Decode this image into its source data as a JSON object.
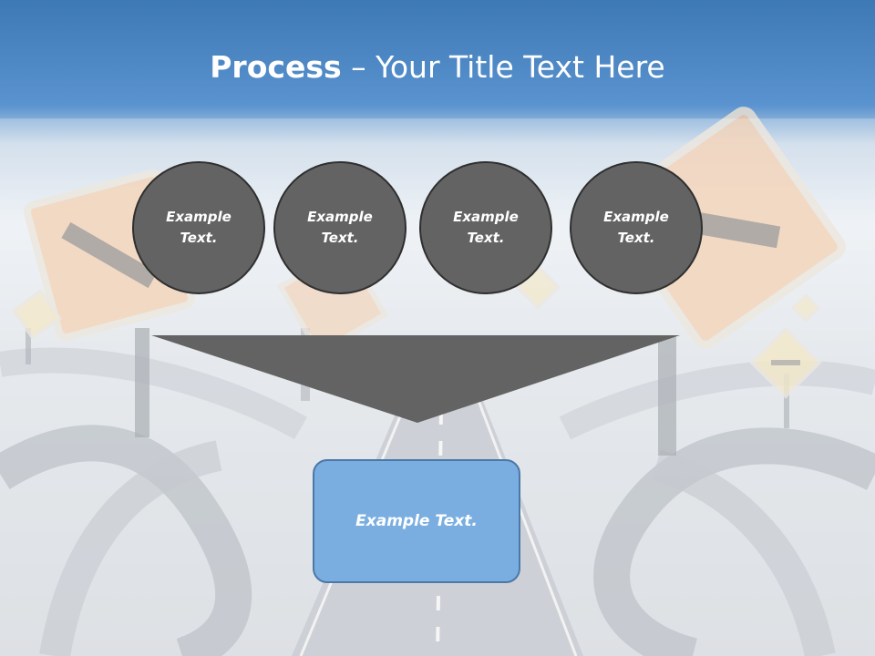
{
  "slide": {
    "title_strong": "Process",
    "title_rest": " – Your Title Text Here"
  },
  "steps": [
    {
      "label": "Example Text."
    },
    {
      "label": "Example Text."
    },
    {
      "label": "Example Text."
    },
    {
      "label": "Example Text."
    }
  ],
  "result": {
    "label": "Example Text."
  },
  "colors": {
    "header_blue": "#3d79b5",
    "circle_fill": "#636363",
    "circle_border": "#2f2f2f",
    "funnel_fill": "#636363",
    "result_fill": "#7aaee0",
    "result_border": "#4b78a6",
    "text": "#ffffff"
  }
}
